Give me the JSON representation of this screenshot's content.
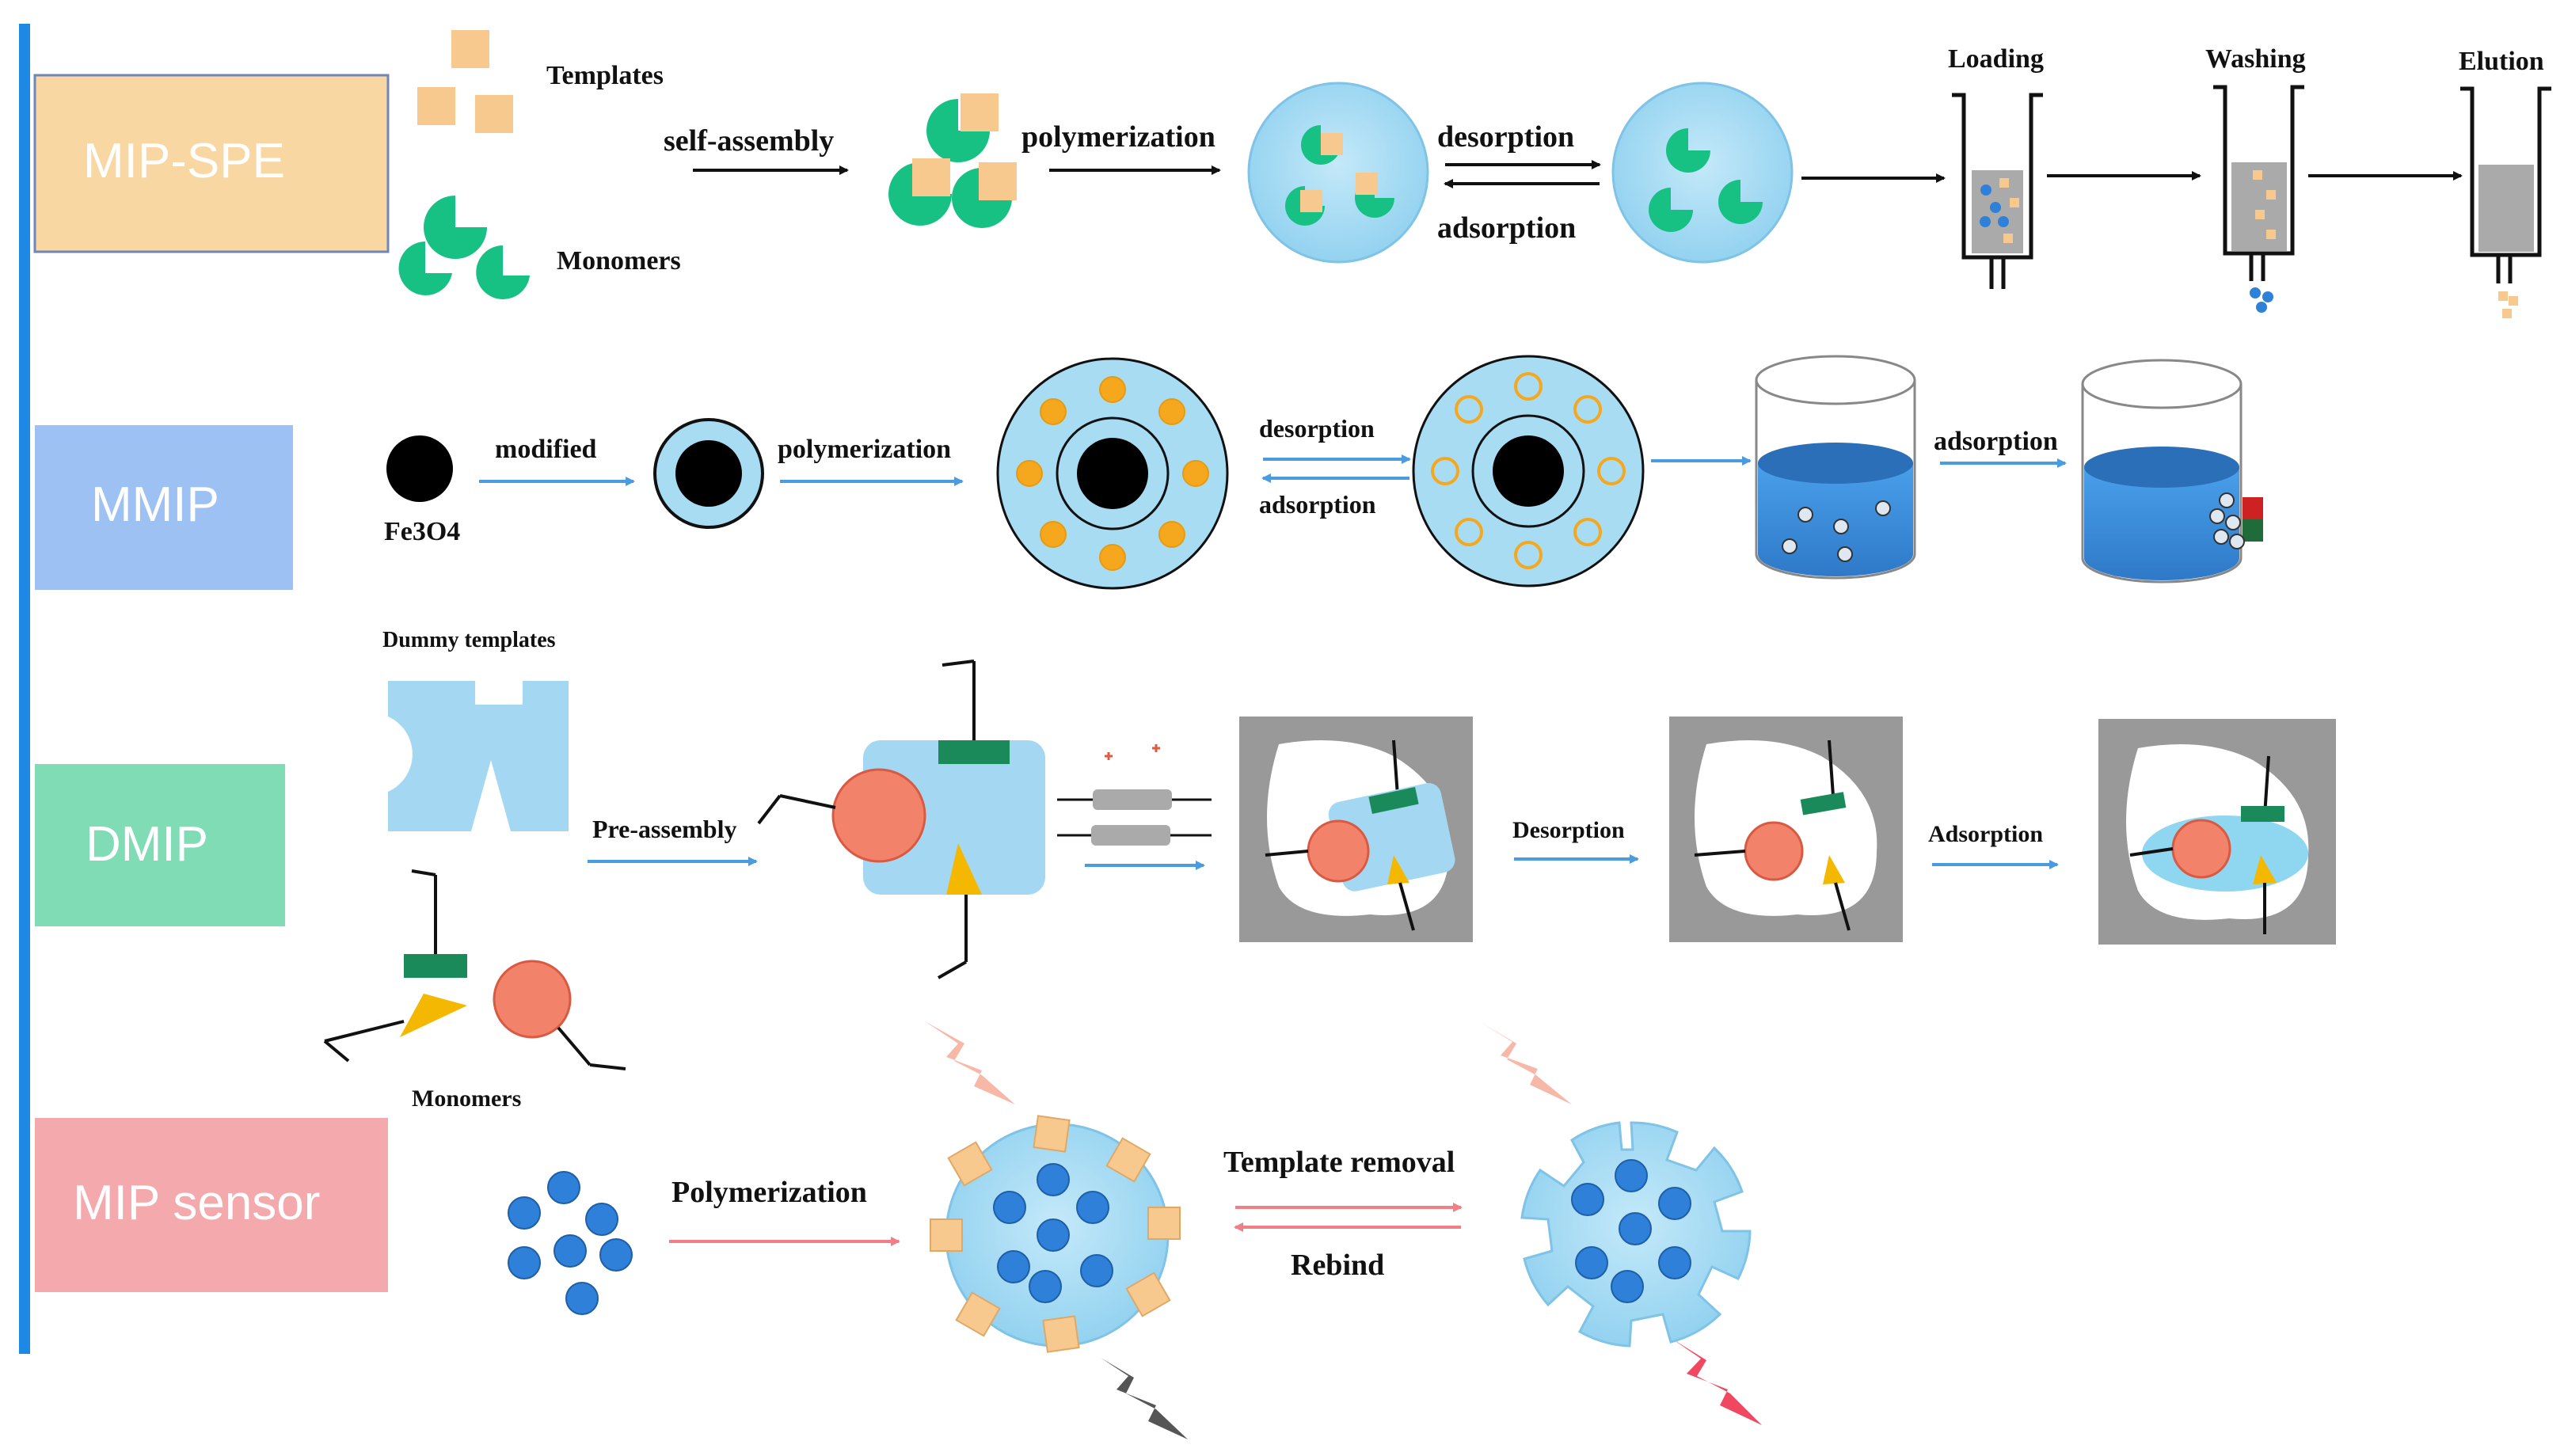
{
  "rows": {
    "mip_spe": {
      "label": "MIP-SPE",
      "templates": "Templates",
      "monomers": "Monomers",
      "self_assembly": "self-assembly",
      "polymerization": "polymerization",
      "desorption": "desorption",
      "adsorption": "adsorption",
      "loading": "Loading",
      "washing": "Washing",
      "elution": "Elution"
    },
    "mmip": {
      "label": "MMIP",
      "fe3o4": "Fe3O4",
      "modified": "modified",
      "polymerization": "polymerization",
      "desorption": "desorption",
      "adsorption": "adsorption",
      "adsorption2": "adsorption"
    },
    "dmip": {
      "label": "DMIP",
      "dummy_templates": "Dummy templates",
      "pre_assembly": "Pre-assembly",
      "desorption": "Desorption",
      "adsorption": "Adsorption",
      "monomers": "Monomers"
    },
    "sensor": {
      "label": "MIP sensor",
      "polymerization": "Polymerization",
      "template_removal": "Template removal",
      "rebind": "Rebind"
    }
  },
  "colors": {
    "row_mip_spe": "#f9d7a3",
    "row_mmip": "#9dc1f2",
    "row_dmip": "#7fdcb4",
    "row_sensor": "#f4a9ad",
    "template": "#f8c98f",
    "monomer": "#17c184",
    "bead": "#a8dcf2",
    "blue_dot": "#2f80d8",
    "water": "#3b8fe0",
    "orange_red": "#f2836a",
    "yellow": "#f5b800",
    "dark_green": "#1a8a5a",
    "grey": "#999999",
    "arrow_blue": "#4a9be0",
    "arrow_pink": "#f07f86",
    "left_bar": "#1e88e5"
  },
  "icons": [
    "left-bar",
    "arrow-icon",
    "lightning-icon",
    "column-icon",
    "beaker-icon"
  ]
}
